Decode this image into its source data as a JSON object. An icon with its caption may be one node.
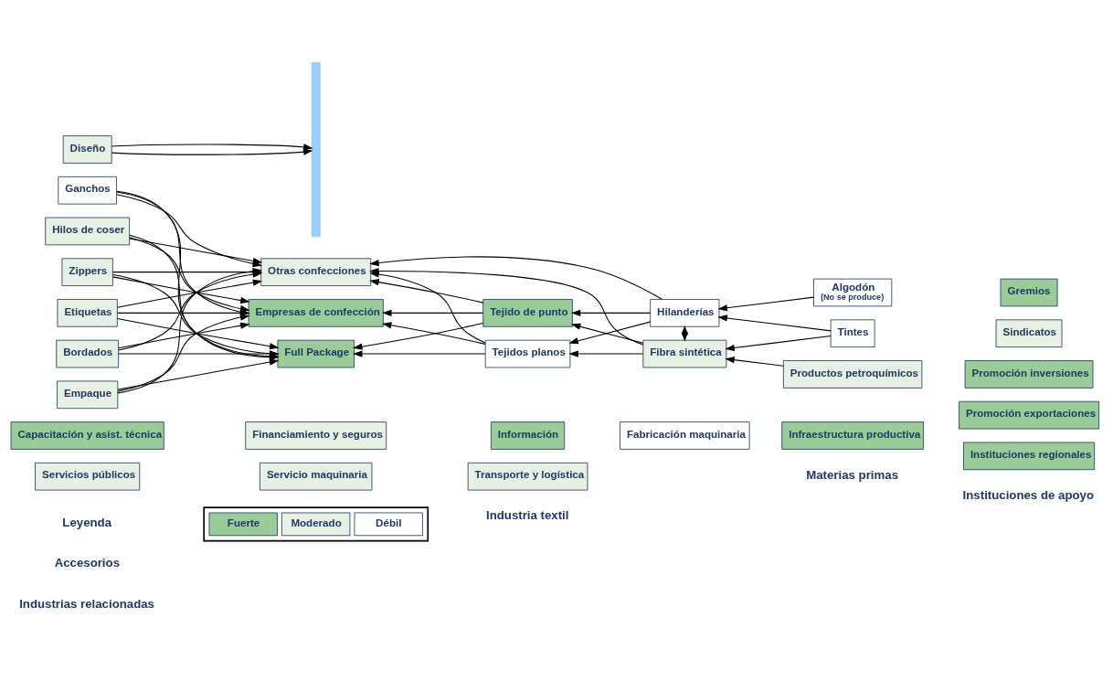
{
  "diagram": {
    "nodes": [
      {
        "text": [
          "Servicios públicos"
        ]
      },
      {
        "text": [
          "Servicio maquinaria"
        ]
      },
      {
        "text": [
          "Transporte y logística"
        ]
      },
      {
        "text": [
          "Capacitación y asist. técnica"
        ]
      },
      {
        "text": [
          "Financiamiento y seguros"
        ]
      },
      {
        "text": [
          "Información"
        ]
      },
      {
        "text": [
          "Fabricación maquinaria"
        ]
      },
      {
        "text": [
          "Infraestructura productiva"
        ]
      },
      {
        "text": [
          "Gremios"
        ]
      },
      {
        "text": [
          "Otras confecciones"
        ]
      },
      {
        "text": [
          "Hilanderías"
        ]
      },
      {
        "text": [
          "Algodón",
          "(No se produce)"
        ]
      },
      {
        "text": [
          "Zippers"
        ]
      },
      {
        "text": [
          "Sindicatos"
        ]
      },
      {
        "text": [
          "Tejidos planos"
        ]
      },
      {
        "text": [
          "Etiquetas"
        ]
      },
      {
        "text": [
          "Tintes"
        ]
      },
      {
        "text": [
          "Bordados"
        ]
      },
      {
        "text": [
          "Full Package"
        ]
      },
      {
        "text": [
          "Promoción inversiones"
        ]
      },
      {
        "text": [
          "Empaque"
        ]
      },
      {
        "text": [
          "Tejido de punto"
        ]
      },
      {
        "text": [
          "Promoción exportaciones"
        ]
      },
      {
        "text": [
          "Ganchos"
        ]
      },
      {
        "text": [
          "Empresas de confección"
        ]
      },
      {
        "text": [
          "Fibra sintética"
        ]
      },
      {
        "text": [
          "Productos petroquímicos"
        ]
      },
      {
        "text": [
          "Hilos de coser"
        ]
      },
      {
        "text": [],
        "shape": "bar"
      },
      {
        "text": [
          "Instituciones regionales"
        ]
      },
      {
        "text": [
          "Diseño"
        ]
      }
    ],
    "edges": [
      {
        "from": 12,
        "to": 9,
        "arrow": "to"
      },
      {
        "from": 12,
        "to": 18,
        "arrow": "to"
      },
      {
        "from": 12,
        "to": 24,
        "arrow": "to"
      },
      {
        "from": 15,
        "to": 9,
        "arrow": "to"
      },
      {
        "from": 15,
        "to": 18,
        "arrow": "to"
      },
      {
        "from": 15,
        "to": 24,
        "arrow": "to"
      },
      {
        "from": 17,
        "to": 9,
        "arrow": "to"
      },
      {
        "from": 17,
        "to": 18,
        "arrow": "to"
      },
      {
        "from": 17,
        "to": 24,
        "arrow": "to"
      },
      {
        "from": 20,
        "to": 9,
        "arrow": "to"
      },
      {
        "from": 20,
        "to": 18,
        "arrow": "to"
      },
      {
        "from": 20,
        "to": 24,
        "arrow": "to"
      },
      {
        "from": 23,
        "to": 9,
        "arrow": "to"
      },
      {
        "from": 23,
        "to": 18,
        "arrow": "to"
      },
      {
        "from": 23,
        "to": 24,
        "arrow": "to"
      },
      {
        "from": 27,
        "to": 9,
        "arrow": "to"
      },
      {
        "from": 27,
        "to": 18,
        "arrow": "to"
      },
      {
        "from": 27,
        "to": 24,
        "arrow": "to"
      },
      {
        "from": 14,
        "to": 9,
        "arrow": "to"
      },
      {
        "from": 14,
        "to": 18,
        "arrow": "to"
      },
      {
        "from": 14,
        "to": 24,
        "arrow": "to"
      },
      {
        "from": 21,
        "to": 9,
        "arrow": "to"
      },
      {
        "from": 21,
        "to": 18,
        "arrow": "to"
      },
      {
        "from": 21,
        "to": 24,
        "arrow": "to"
      },
      {
        "from": 10,
        "to": 9,
        "arrow": "to"
      },
      {
        "from": 10,
        "to": 14,
        "arrow": "to"
      },
      {
        "from": 10,
        "to": 21,
        "arrow": "to"
      },
      {
        "from": 25,
        "to": 9,
        "arrow": "to"
      },
      {
        "from": 25,
        "to": 14,
        "arrow": "to"
      },
      {
        "from": 25,
        "to": 21,
        "arrow": "to"
      },
      {
        "from": 11,
        "to": 10,
        "arrow": "to"
      },
      {
        "from": 10,
        "to": 25,
        "arrow": "both"
      },
      {
        "from": 16,
        "to": 10,
        "arrow": "to"
      },
      {
        "from": 16,
        "to": 25,
        "arrow": "to"
      },
      {
        "from": 26,
        "to": 25,
        "arrow": "to"
      },
      {
        "from": 30,
        "to": 28,
        "arrow": "to"
      },
      {
        "from": 30,
        "to": 28,
        "arrow": "to"
      }
    ],
    "labels": [
      "Industrias relacionadas",
      "Instituciones de apoyo",
      "Accesorios",
      "Industria textil",
      "Materias primas",
      "Leyenda"
    ],
    "legend": [
      {
        "text": "Fuerte",
        "color": "#99cc99"
      },
      {
        "text": "Moderado",
        "color": "#e6f0e3"
      },
      {
        "text": "Débil",
        "color": "#ffffff"
      }
    ]
  }
}
